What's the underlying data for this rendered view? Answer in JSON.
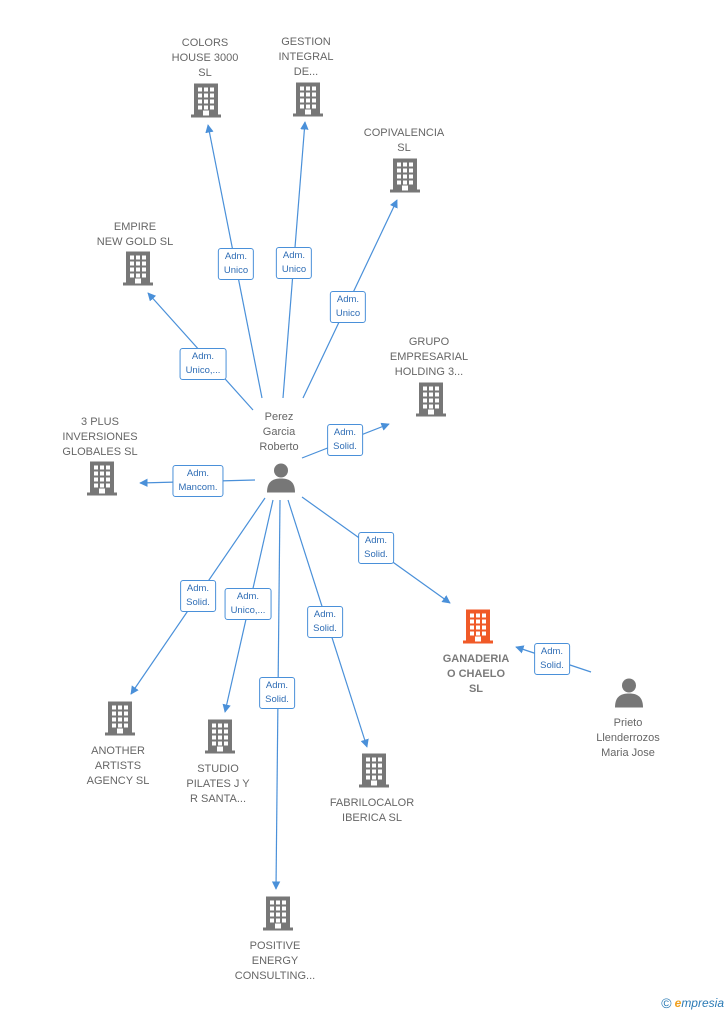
{
  "colors": {
    "edge": "#4a90d9",
    "building": "#777777",
    "building_highlight": "#f05a28",
    "person": "#777777"
  },
  "center": {
    "label": "Perez\nGarcia\nRoberto"
  },
  "nodes": [
    {
      "id": "colors",
      "type": "company",
      "label": "COLORS\nHOUSE 3000\nSL"
    },
    {
      "id": "gestion",
      "type": "company",
      "label": "GESTION\nINTEGRAL\nDE..."
    },
    {
      "id": "copivalencia",
      "type": "company",
      "label": "COPIVALENCIA\nSL"
    },
    {
      "id": "empire",
      "type": "company",
      "label": "EMPIRE\nNEW GOLD SL"
    },
    {
      "id": "grupo",
      "type": "company",
      "label": "GRUPO\nEMPRESARIAL\nHOLDING 3..."
    },
    {
      "id": "plus3",
      "type": "company",
      "label": "3 PLUS\nINVERSIONES\nGLOBALES SL"
    },
    {
      "id": "ganaderia",
      "type": "company_highlight",
      "label": "GANADERIA\nO CHAELO\nSL"
    },
    {
      "id": "prieto",
      "type": "person",
      "label": "Prieto\nLlenderrozos\nMaria Jose"
    },
    {
      "id": "another",
      "type": "company",
      "label": "ANOTHER\nARTISTS\nAGENCY  SL"
    },
    {
      "id": "studio",
      "type": "company",
      "label": "STUDIO\nPILATES J Y\nR SANTA..."
    },
    {
      "id": "fabrilocalor",
      "type": "company",
      "label": "FABRILOCALOR\nIBERICA SL"
    },
    {
      "id": "positive",
      "type": "company",
      "label": "POSITIVE\nENERGY\nCONSULTING..."
    }
  ],
  "edges": [
    {
      "to": "colors",
      "label": "Adm.\nUnico"
    },
    {
      "to": "gestion",
      "label": "Adm.\nUnico"
    },
    {
      "to": "copivalencia",
      "label": "Adm.\nUnico"
    },
    {
      "to": "empire",
      "label": "Adm.\nUnico,..."
    },
    {
      "to": "grupo",
      "label": "Adm.\nSolid."
    },
    {
      "to": "plus3",
      "label": "Adm.\nMancom."
    },
    {
      "to": "ganaderia",
      "label": "Adm.\nSolid."
    },
    {
      "to": "another",
      "label": "Adm.\nSolid."
    },
    {
      "to": "studio",
      "label": "Adm.\nUnico,..."
    },
    {
      "to": "fabrilocalor",
      "label": "Adm.\nSolid."
    },
    {
      "to": "positive",
      "label": "Adm.\nSolid."
    },
    {
      "from": "prieto",
      "to": "ganaderia",
      "label": "Adm.\nSolid."
    }
  ],
  "footer": {
    "copyright": "©",
    "brand_initial": "e",
    "brand_rest": "mpresia"
  }
}
